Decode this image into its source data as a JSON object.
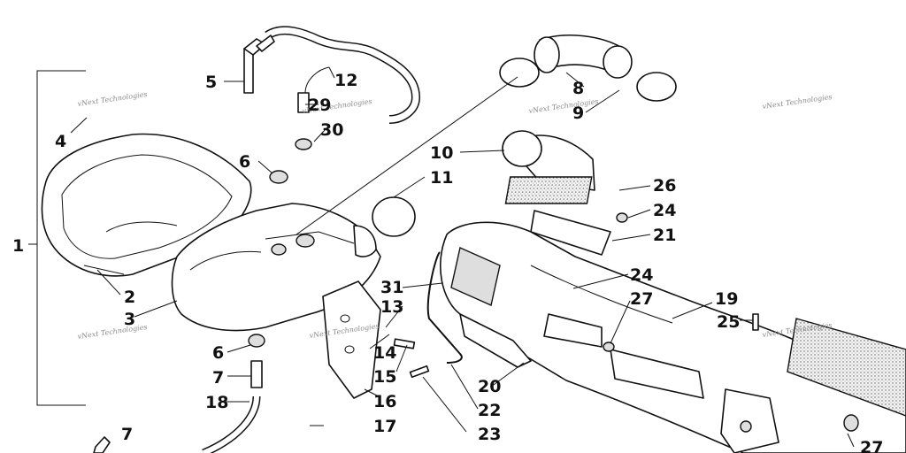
{
  "callouts": [
    "1",
    "2",
    "3",
    "4",
    "5",
    "6",
    "6",
    "7",
    "7",
    "8",
    "9",
    "10",
    "11",
    "12",
    "13",
    "14",
    "15",
    "16",
    "17",
    "18",
    "19",
    "20",
    "21",
    "22",
    "23",
    "24",
    "24",
    "25",
    "26",
    "27",
    "27",
    "29",
    "30",
    "31"
  ],
  "watermark": "vNext Technologies"
}
